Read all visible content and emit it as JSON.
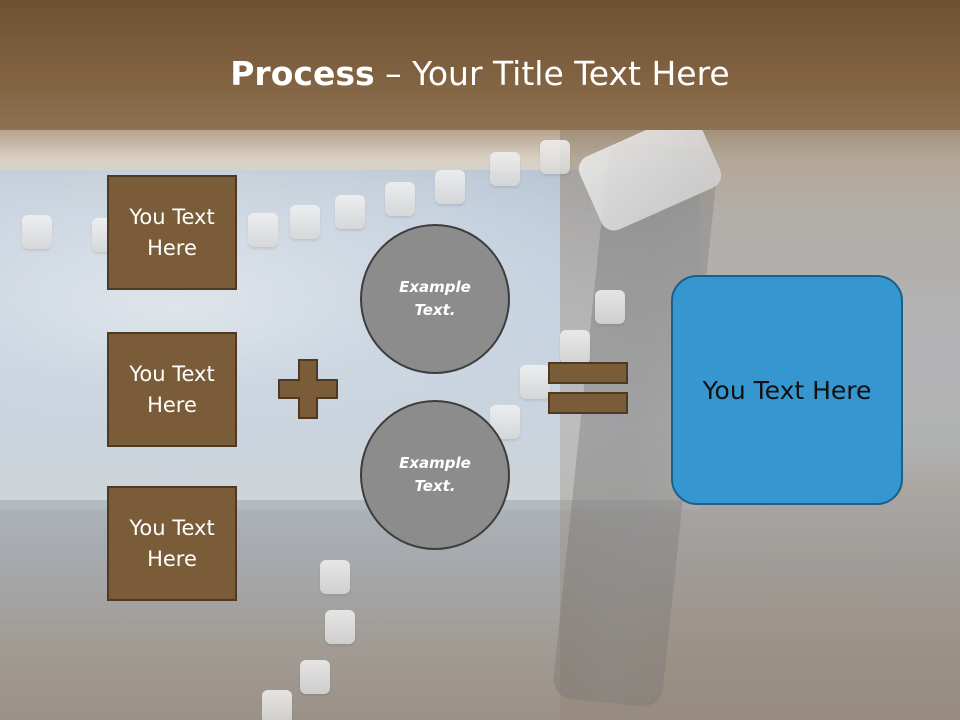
{
  "title": {
    "bold": "Process",
    "rest": " – Your Title Text Here"
  },
  "left_boxes": [
    {
      "text": "You Text\nHere"
    },
    {
      "text": "You Text\nHere"
    },
    {
      "text": "You Text\nHere"
    }
  ],
  "circles": [
    {
      "text": "Example\nText."
    },
    {
      "text": "Example\nText."
    }
  ],
  "result": {
    "text": "You Text Here"
  },
  "colors": {
    "title_bar": "#7f6140",
    "box_fill": "#7b5c39",
    "circle_fill": "#8c8c8c",
    "result_fill": "#3596d0"
  },
  "icons": {
    "operator_1": "plus-icon",
    "operator_2": "equals-icon"
  }
}
